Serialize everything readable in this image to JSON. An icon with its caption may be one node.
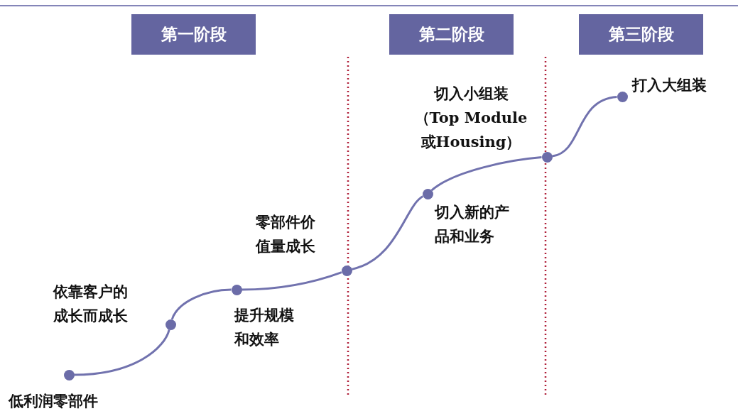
{
  "diagram": {
    "nodes": [
      {
        "text": [
          "第一阶段"
        ]
      },
      {
        "text": [
          "第二阶段"
        ]
      },
      {
        "text": [
          "第三阶段"
        ]
      },
      {
        "text": [],
        "shape": "circle",
        "beside": [
          "低利润零部件"
        ]
      },
      {
        "text": [],
        "shape": "circle",
        "beside": [
          "依靠客户的成长而成长"
        ]
      },
      {
        "text": [],
        "shape": "circle",
        "beside": [
          "提升规模和效率"
        ]
      },
      {
        "text": [],
        "shape": "circle",
        "beside": [
          "零部件价值量成长"
        ]
      },
      {
        "text": [],
        "shape": "circle",
        "beside": [
          "切入新的产品和业务"
        ]
      },
      {
        "text": [],
        "shape": "circle",
        "beside": [
          "切入小组装（Top Module 或Housing）"
        ]
      },
      {
        "text": [],
        "shape": "circle",
        "beside": [
          "打入大组装"
        ]
      }
    ],
    "edges": [
      {
        "from": 3,
        "to": 4,
        "arrow": "none"
      },
      {
        "from": 4,
        "to": 5,
        "arrow": "none"
      },
      {
        "from": 5,
        "to": 6,
        "arrow": "none"
      },
      {
        "from": 6,
        "to": 7,
        "arrow": "none"
      },
      {
        "from": 7,
        "to": 8,
        "arrow": "none"
      },
      {
        "from": 8,
        "to": 9,
        "arrow": "none"
      }
    ]
  }
}
